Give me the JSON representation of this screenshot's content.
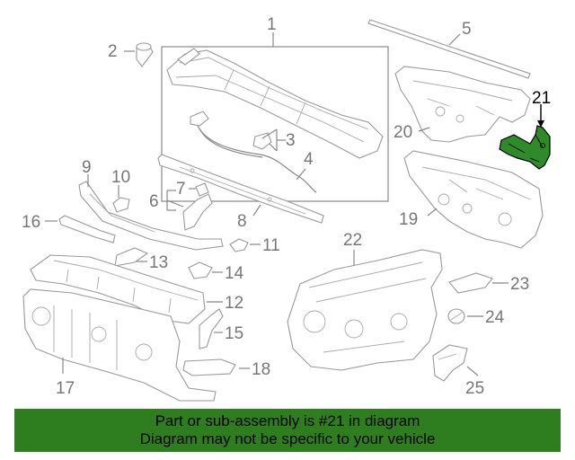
{
  "diagram": {
    "callouts": [
      {
        "id": "1",
        "label": "1"
      },
      {
        "id": "2",
        "label": "2"
      },
      {
        "id": "3",
        "label": "3"
      },
      {
        "id": "4",
        "label": "4"
      },
      {
        "id": "5",
        "label": "5"
      },
      {
        "id": "6",
        "label": "6"
      },
      {
        "id": "7",
        "label": "7"
      },
      {
        "id": "8",
        "label": "8"
      },
      {
        "id": "9",
        "label": "9"
      },
      {
        "id": "10",
        "label": "10"
      },
      {
        "id": "11",
        "label": "11"
      },
      {
        "id": "12",
        "label": "12"
      },
      {
        "id": "13",
        "label": "13"
      },
      {
        "id": "14",
        "label": "14"
      },
      {
        "id": "15",
        "label": "15"
      },
      {
        "id": "16",
        "label": "16"
      },
      {
        "id": "17",
        "label": "17"
      },
      {
        "id": "18",
        "label": "18"
      },
      {
        "id": "19",
        "label": "19"
      },
      {
        "id": "20",
        "label": "20"
      },
      {
        "id": "21",
        "label": "21"
      },
      {
        "id": "22",
        "label": "22"
      },
      {
        "id": "23",
        "label": "23"
      },
      {
        "id": "24",
        "label": "24"
      },
      {
        "id": "25",
        "label": "25"
      }
    ],
    "highlighted_part": "21",
    "highlight_color": "#2f8a2a"
  },
  "banner": {
    "line1": "Part or sub-assembly is #21 in diagram",
    "line2": "Diagram may not be specific to your vehicle",
    "background_color": "#2e7d1f"
  }
}
